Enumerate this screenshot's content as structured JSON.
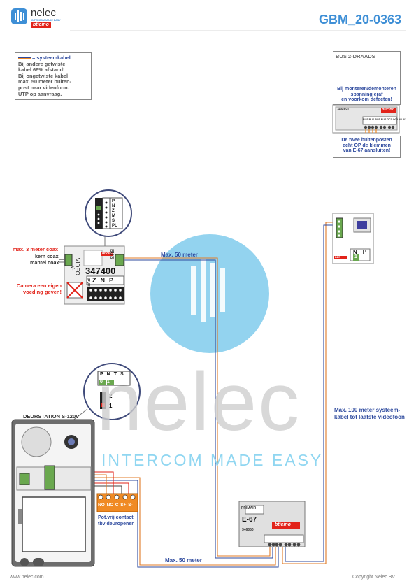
{
  "header": {
    "logo_name": "nelec",
    "logo_tagline": "INTERCOM MADE EASY",
    "logo_brand": "bticino",
    "doc_code": "GBM_20-0363"
  },
  "legend": {
    "title": "= systeemkabel",
    "lines": [
      "Bij andere getwiste",
      "kabel 66% afstand!",
      "Bij ongetwiste kabel",
      "max. 50 meter buiten-",
      "post naar videofoon.",
      "UTP op aanvraag."
    ]
  },
  "bus_box": {
    "title": "BUS 2-DRAADS",
    "warning_lines": [
      "Bij monteren/demonteren",
      "spanning eraf",
      "en voorkom defecten!"
    ]
  },
  "e67_detail": {
    "code": "346050",
    "brand": "bticino",
    "terminals": [
      "BUS",
      "BUS",
      "BUS",
      "BUS",
      "OC1",
      "OC2",
      "2/1",
      "2/1"
    ]
  },
  "outdoor_note": {
    "lines": [
      "De twee buitenposten",
      "echt OP de klemmen",
      "van E-67 aansluiten!"
    ]
  },
  "video_module": {
    "code": "347400",
    "brand": "bticino",
    "video_label": "VIDEO",
    "v_label": "V-",
    "bus_label": "BUS",
    "pwr_label": "PWR",
    "terminals_bottom": [
      "Z",
      "N",
      "P"
    ],
    "inset_labels": [
      "P",
      "N",
      "Z",
      "M",
      "S",
      "PL"
    ]
  },
  "coax": {
    "max_label": "max. 3 meter coax",
    "core": "kern coax",
    "shield": "mantel coax",
    "camera_note_lines": [
      "Camera een eigen",
      "voeding geven!"
    ]
  },
  "cable_labels": {
    "top": "Max. 50 meter",
    "bottom": "Max. 50 meter",
    "right_lines": [
      "Max. 100 meter systeem-",
      "kabel tot laatste videofoon"
    ]
  },
  "videophone": {
    "terminals": [
      "N",
      "P"
    ],
    "terminal_value": "1",
    "small_label": "DEF"
  },
  "door_station": {
    "title": "DEURSTATION S-120V",
    "dip_header": [
      "P",
      "N",
      "T",
      "S"
    ],
    "dip_values": [
      "0",
      "1"
    ],
    "jumper_labels": [
      "2",
      "1"
    ]
  },
  "relay": {
    "terminals": [
      "NO",
      "NC",
      "C",
      "S+",
      "S-"
    ],
    "note_lines": [
      "Pot.vrij contact",
      "tbv deuropener"
    ]
  },
  "e67": {
    "label": "E-67",
    "primary": "PRIMAIR",
    "code": "346050",
    "brand": "bticino"
  },
  "watermark": {
    "word": "nelec",
    "tagline": "INTERCOM MADE EASY"
  },
  "footer": {
    "left": "www.nelec.com",
    "right": "Copyright Nelec BV"
  }
}
